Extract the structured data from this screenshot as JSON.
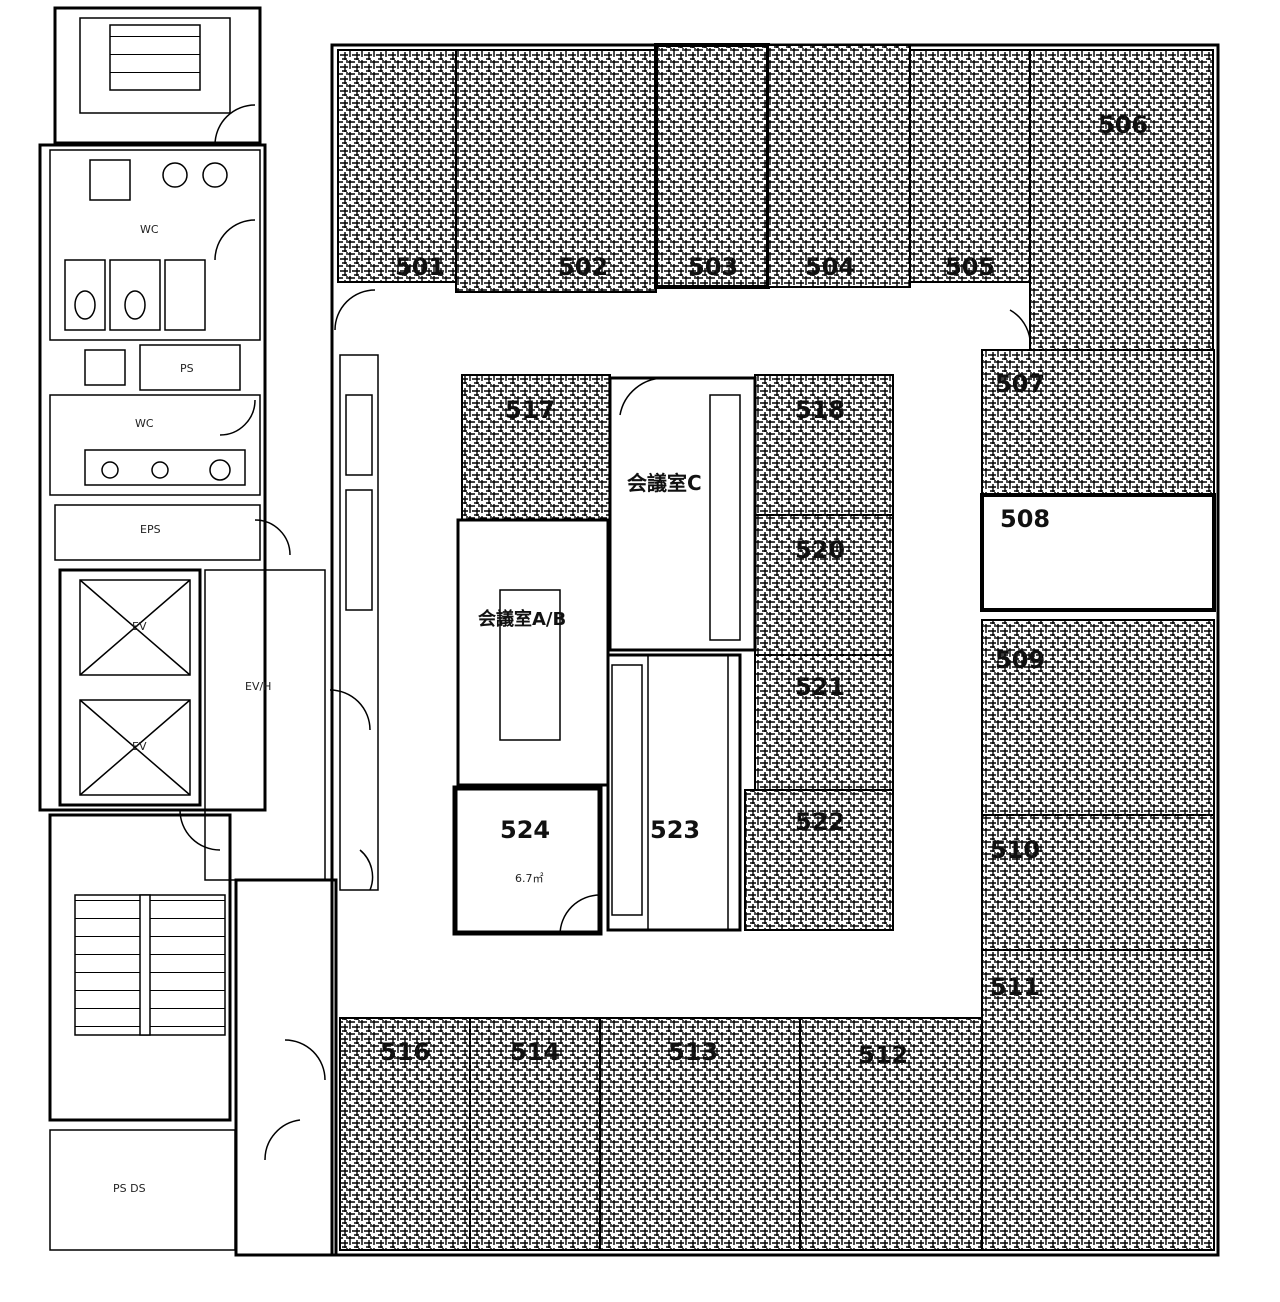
{
  "rooms": {
    "r501": "501",
    "r502": "502",
    "r503": "503",
    "r504": "504",
    "r505": "505",
    "r506": "506",
    "r507": "507",
    "r508": "508",
    "r509": "509",
    "r510": "510",
    "r511": "511",
    "r512": "512",
    "r513": "513",
    "r514": "514",
    "r516": "516",
    "r517": "517",
    "r518": "518",
    "r520": "520",
    "r521": "521",
    "r522": "522",
    "r523": "523",
    "r524": "524"
  },
  "conference": {
    "ab": "会議室A/B",
    "c": "会議室C"
  },
  "services": {
    "wc_upper": "WC",
    "wc_lower": "WC",
    "ps": "PS",
    "eps": "EPS",
    "ev_hall": "EV/H",
    "ev1": "EV",
    "ev2": "EV",
    "ps_ds": "PS DS"
  },
  "room524_area": "6.7㎡"
}
